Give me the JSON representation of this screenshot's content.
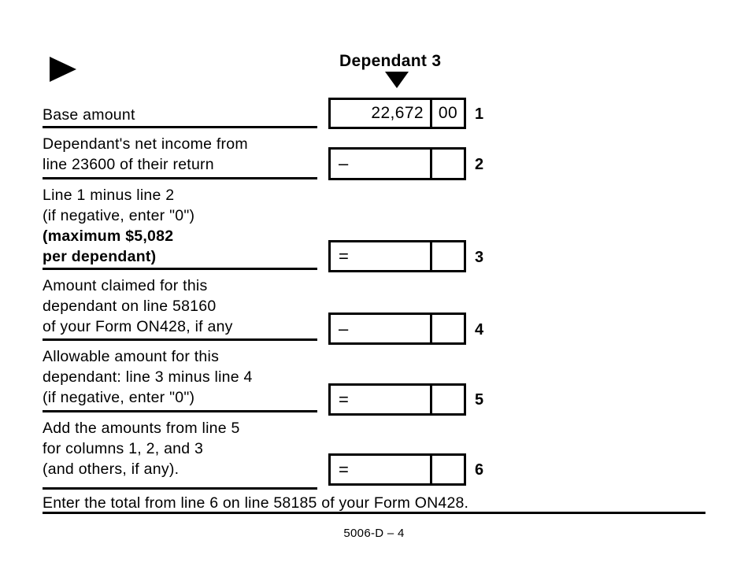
{
  "header": {
    "pointer_icon": "right-triangle-marker",
    "column_title": "Dependant 3",
    "column_pointer_icon": "down-triangle-marker"
  },
  "rows": [
    {
      "id": "base-amount",
      "label_lines": [
        {
          "text": "Base amount",
          "bold": false
        }
      ],
      "operator": "",
      "dollars": "22,672",
      "cents": "00",
      "line_no": "1"
    },
    {
      "id": "dependant-net-income",
      "label_lines": [
        {
          "text": "Dependant's net income from",
          "bold": false
        },
        {
          "text": "line 23600 of their return",
          "bold": false
        }
      ],
      "operator": "–",
      "dollars": "",
      "cents": "",
      "line_no": "2"
    },
    {
      "id": "line1-minus-line2",
      "label_lines": [
        {
          "text": "Line 1 minus line 2",
          "bold": false
        },
        {
          "text": "(if negative, enter \"0\")",
          "bold": false
        },
        {
          "text": "(maximum $5,082",
          "bold": true
        },
        {
          "text": "per dependant)",
          "bold": true
        }
      ],
      "operator": "=",
      "dollars": "",
      "cents": "",
      "line_no": "3"
    },
    {
      "id": "amount-claimed-58160",
      "label_lines": [
        {
          "text": "Amount claimed for this",
          "bold": false
        },
        {
          "text": "dependant on line 58160",
          "bold": false
        },
        {
          "text": "of your Form ON428, if any",
          "bold": false
        }
      ],
      "operator": "–",
      "dollars": "",
      "cents": "",
      "line_no": "4"
    },
    {
      "id": "allowable-amount",
      "label_lines": [
        {
          "text": "Allowable amount for this",
          "bold": false
        },
        {
          "text": "dependant: line 3 minus line 4",
          "bold": false
        },
        {
          "text": "(if negative, enter \"0\")",
          "bold": false
        }
      ],
      "operator": "=",
      "dollars": "",
      "cents": "",
      "line_no": "5"
    },
    {
      "id": "add-amounts-line5",
      "label_lines": [
        {
          "text": "Add the amounts from line 5",
          "bold": false
        },
        {
          "text": "for columns 1, 2, and 3",
          "bold": false
        },
        {
          "text": "(and others, if any).",
          "bold": false
        }
      ],
      "operator": "=",
      "dollars": "",
      "cents": "",
      "line_no": "6"
    }
  ],
  "footer": {
    "instruction": "Enter the total from line 6 on line 58185 of your Form ON428.",
    "form_code": "5006-D – 4"
  }
}
